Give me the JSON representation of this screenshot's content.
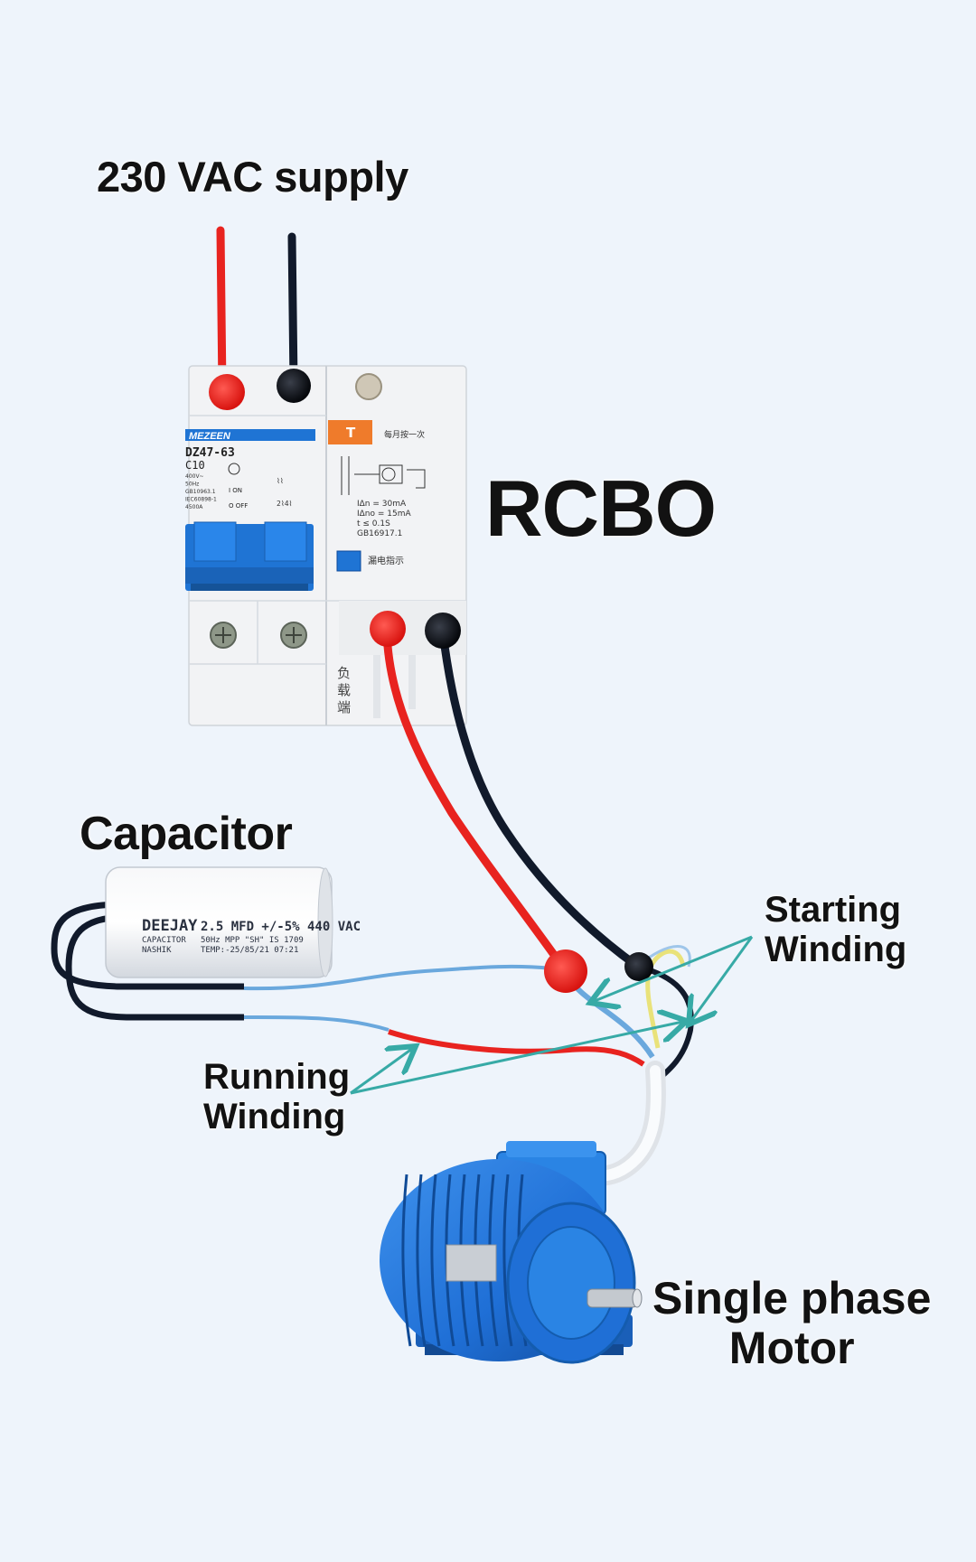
{
  "labels": {
    "supply": "230 VAC supply",
    "device": "RCBO",
    "capacitor": "Capacitor",
    "starting_winding_line1": "Starting",
    "starting_winding_line2": "Winding",
    "running_winding_line1": "Running",
    "running_winding_line2": "Winding",
    "motor_line1": "Single phase",
    "motor_line2": "Motor"
  },
  "breaker": {
    "brand": "MEZEEN",
    "model": "DZ47-63",
    "rating": "C10",
    "spec_lines": [
      "400V~",
      "50Hz",
      "GB10963.1",
      "IEC60898-1",
      "4500A"
    ],
    "on_label": "I ON",
    "off_label": "O OFF",
    "test_button_label": "T",
    "test_note": "每月按一次",
    "rcd_specs": [
      "IΔn = 30mA",
      "IΔno = 15mA",
      "t ≤ 0.1S",
      "GB16917.1"
    ],
    "leak_indicator_note": "漏电指示",
    "load_side_note": "负载端"
  },
  "capacitor": {
    "brand": "DEEJAY",
    "rating_line": "2.5 MFD +/-5% 440 VAC",
    "line2_left": "CAPACITOR",
    "line3_left": "NASHIK",
    "line2_right": "50Hz MPP \"SH\" IS 1709",
    "line3_right": "TEMP:-25/85/21   07:21"
  },
  "colors": {
    "background": "#eef4fb",
    "live_wire": "#e8231f",
    "neutral_wire": "#111a2b",
    "cap_wire": "#6aa8dd",
    "winding_yellow": "#e9e27a",
    "arrow": "#37aaa6",
    "breaker_blue": "#1f74d4",
    "motor_blue": "#1f6fd6"
  }
}
